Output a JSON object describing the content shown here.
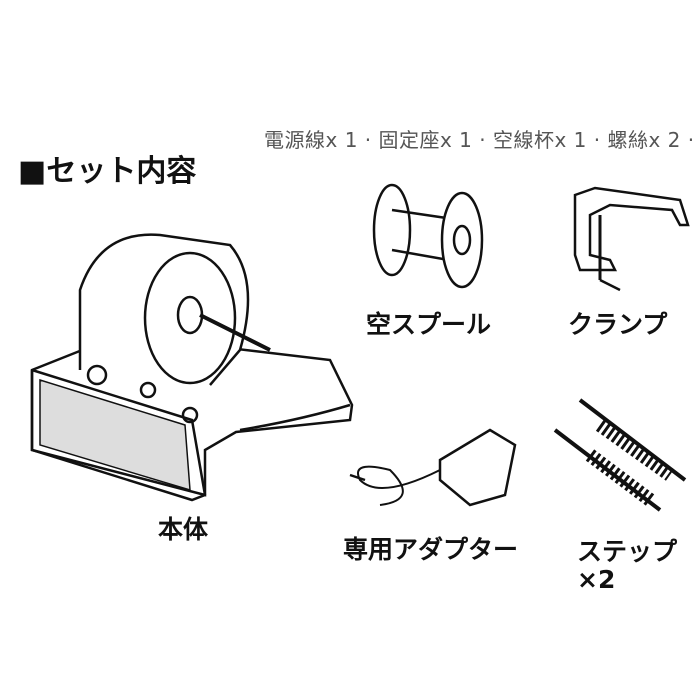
{
  "caption": "電源線x 1 · 固定座x 1 · 空線杯x 1 · 螺絲x 2 ·",
  "title": "■セット内容",
  "items": {
    "body": "本体",
    "spool": "空スプール",
    "clamp": "クランプ",
    "adapter": "専用アダプター",
    "steps": "ステップ",
    "steps_qty": "×2"
  }
}
